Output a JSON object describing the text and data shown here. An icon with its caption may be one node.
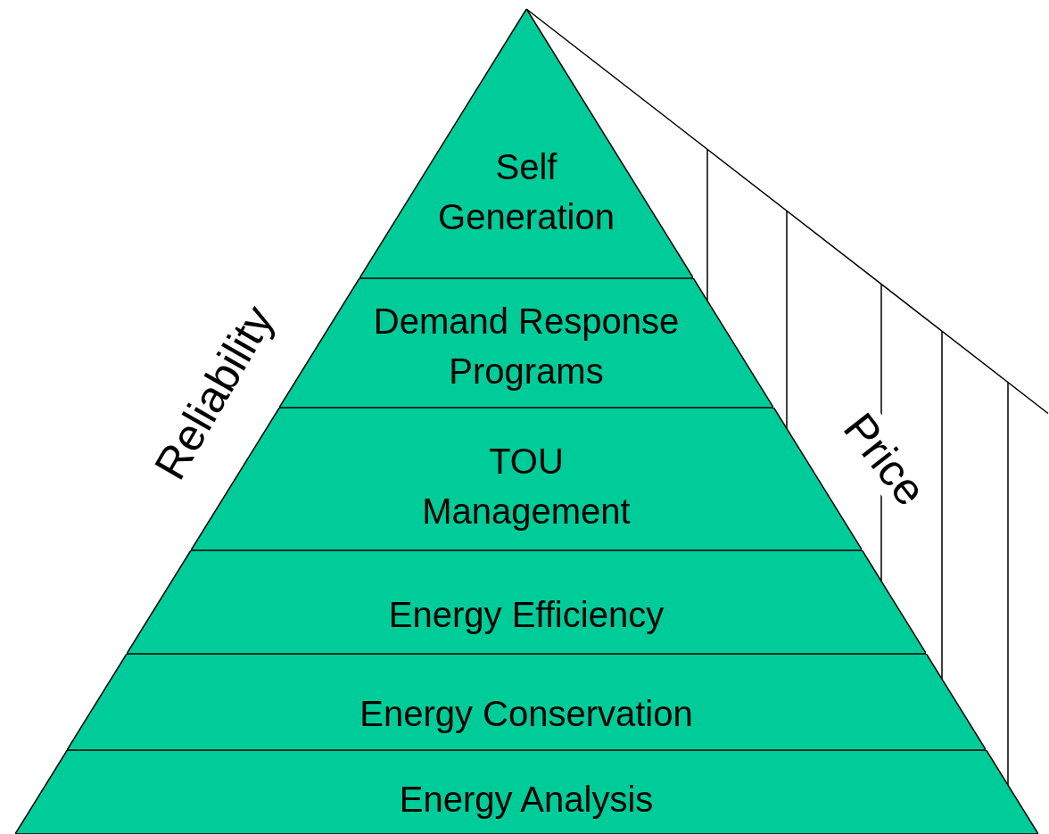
{
  "diagram": {
    "nodes": [
      {
        "text": [
          "Self Generation"
        ]
      },
      {
        "text": [
          "Demand Response Programs"
        ]
      },
      {
        "text": [
          "TOU Management"
        ]
      },
      {
        "text": [
          "Energy Efficiency"
        ]
      },
      {
        "text": [
          "Energy Conservation"
        ]
      },
      {
        "text": [
          "Energy Analysis"
        ]
      }
    ],
    "edges": [],
    "labels": [
      "Reliability",
      "Price"
    ]
  }
}
